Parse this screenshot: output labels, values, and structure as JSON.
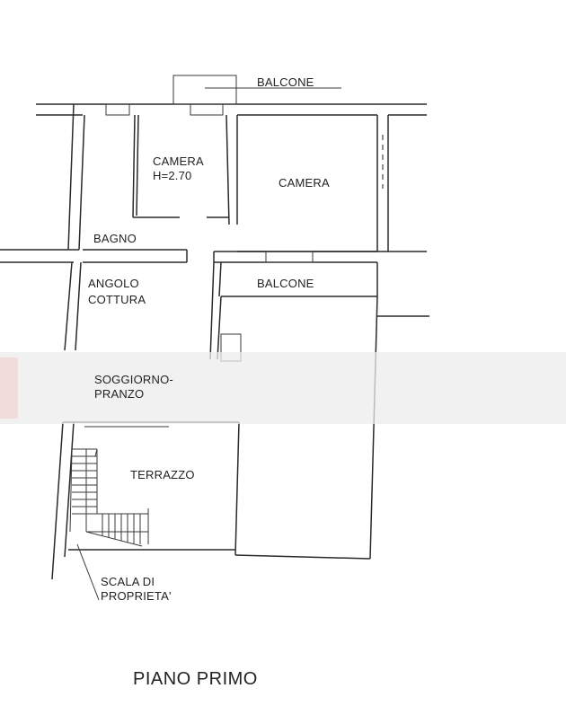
{
  "labels": {
    "balcone_top": "BALCONE",
    "camera_small_line1": "CAMERA",
    "camera_small_line2": "H=2.70",
    "camera_large": "CAMERA",
    "bagno": "BAGNO",
    "angolo_line1": "ANGOLO",
    "angolo_line2": "COTTURA",
    "balcone_mid": "BALCONE",
    "soggiorno_line1": "SOGGIORNO-",
    "soggiorno_line2": "PRANZO",
    "terrazzo": "TERRAZZO",
    "scala_line1": "SCALA DI",
    "scala_line2": "PROPRIETA'"
  },
  "title": "PIANO PRIMO",
  "colors": {
    "wall": "#2a2a2a",
    "watermark_blur": "#e8e8e8",
    "watermark_accent": "#f3d6d6"
  }
}
